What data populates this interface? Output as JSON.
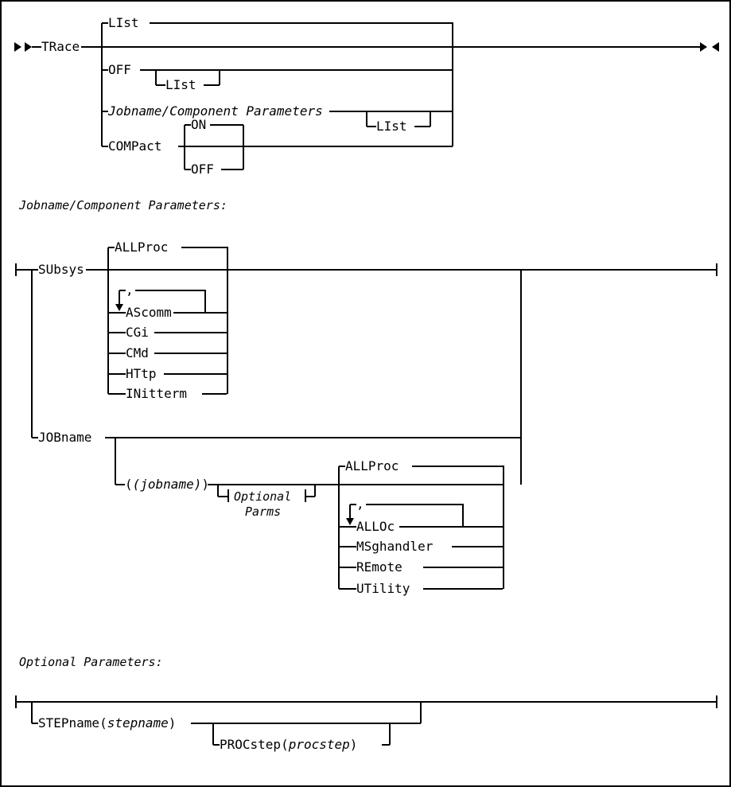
{
  "diagram": {
    "type": "railroad-syntax-diagram",
    "title": "TRace command syntax",
    "line_color": "#000000",
    "background": "#ffffff",
    "sections": [
      {
        "id": "main",
        "heading": "",
        "start_marker": "▶▶",
        "end_marker": "▶◀",
        "keyword": "TRace",
        "alternatives": [
          {
            "label": "LIst",
            "default": true
          },
          {
            "label": "OFF",
            "sub": [
              {
                "label": "LIst",
                "optional": true
              }
            ]
          },
          {
            "label": "Jobname/Component Parameters",
            "italic": true,
            "sub": [
              {
                "label": "LIst",
                "optional": true
              }
            ]
          },
          {
            "label": "COMPact",
            "sub": [
              {
                "label": "ON",
                "default": true
              },
              {
                "label": "OFF"
              }
            ]
          }
        ]
      },
      {
        "id": "jobname-component",
        "heading": "Jobname/Component Parameters:",
        "alternatives": [
          {
            "label": "SUbsys",
            "choices": [
              {
                "label": "ALLProc",
                "default": true
              },
              {
                "label": "AScomm",
                "repeat": true,
                "separator": ","
              },
              {
                "label": "CGi"
              },
              {
                "label": "CMd"
              },
              {
                "label": "HTtp"
              },
              {
                "label": "INitterm"
              }
            ]
          },
          {
            "label": "JOBname",
            "operand": "(jobname)",
            "fragment": {
              "line1": "Optional",
              "line2": "Parms"
            },
            "choices": [
              {
                "label": "ALLProc",
                "default": true
              },
              {
                "label": "ALLOc",
                "repeat": true,
                "separator": ","
              },
              {
                "label": "MSghandler"
              },
              {
                "label": "REmote"
              },
              {
                "label": "UTility"
              }
            ]
          }
        ]
      },
      {
        "id": "optional-parameters",
        "heading": "Optional Parameters:",
        "alternatives": [
          {
            "label": "STEPname(stepname)",
            "optional": true,
            "sub": [
              {
                "label": "PROCstep(procstep)",
                "optional": true
              }
            ]
          }
        ]
      }
    ]
  },
  "labels": {
    "trace": "TRace",
    "list1": "LIst",
    "off1": "OFF",
    "list2": "LIst",
    "jobname_component_parameters": "Jobname/Component Parameters",
    "list3": "LIst",
    "compact": "COMPact",
    "on": "ON",
    "off2": "OFF",
    "heading_jobname": "Jobname/Component Parameters:",
    "subsys": "SUbsys",
    "allproc1": "ALLProc",
    "comma1": ",",
    "ascomm": "AScomm",
    "cgi": "CGi",
    "cmd": "CMd",
    "http": "HTtp",
    "initterm": "INitterm",
    "jobname_kw": "JOBname",
    "jobname_operand": "(jobname)",
    "optional_l1": "Optional",
    "optional_l2": "Parms",
    "allproc2": "ALLProc",
    "comma2": ",",
    "alloc": "ALLOc",
    "msghandler": "MSghandler",
    "remote": "REmote",
    "utility": "UTility",
    "heading_optional": "Optional Parameters:",
    "stepname": "STEPname(",
    "stepname_var": "stepname",
    "stepname_close": ")",
    "procstep": "PROCstep(",
    "procstep_var": "procstep",
    "procstep_close": ")"
  }
}
